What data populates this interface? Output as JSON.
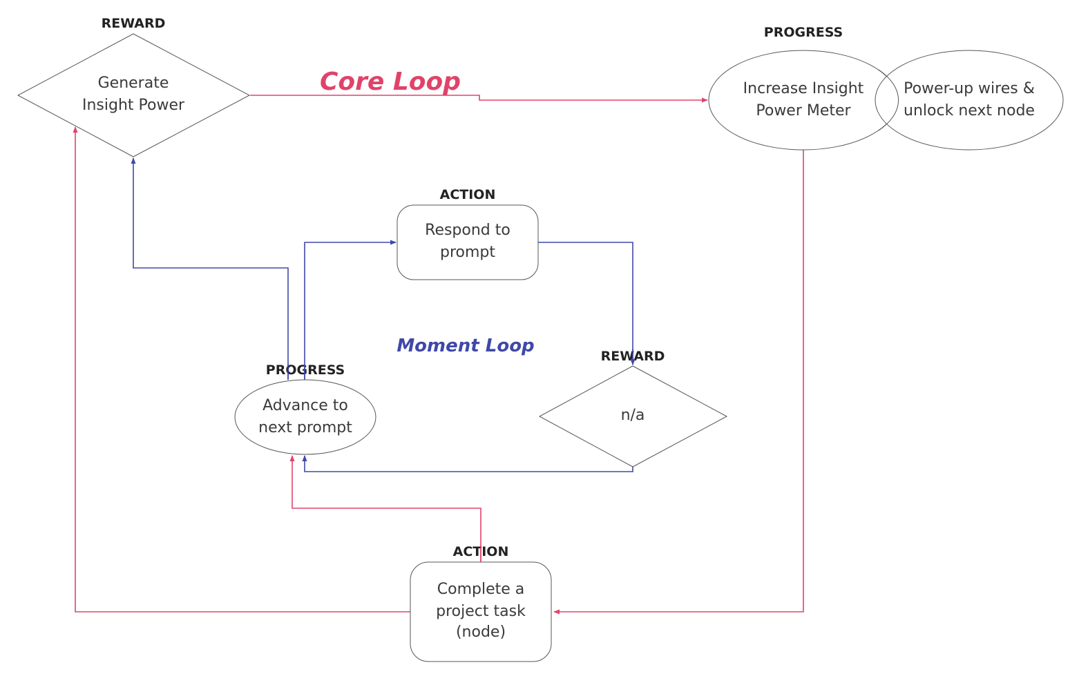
{
  "colors": {
    "core": "#e0436a",
    "moment": "#3f48a8",
    "text": "#3a3a3a",
    "outline": "#555555"
  },
  "loops": {
    "core": {
      "title": "Core Loop"
    },
    "moment": {
      "title": "Moment Loop"
    }
  },
  "nodes": {
    "generate": {
      "category": "REWARD",
      "line1": "Generate",
      "line2": "Insight Power",
      "shape": "diamond"
    },
    "increase": {
      "category": "PROGRESS",
      "line1": "Increase Insight",
      "line2": "Power Meter",
      "shape": "ellipse"
    },
    "powerup": {
      "line1": "Power-up wires &",
      "line2": "unlock next node",
      "shape": "ellipse"
    },
    "respond": {
      "category": "ACTION",
      "line1": "Respond to",
      "line2": "prompt",
      "shape": "rounded-rect"
    },
    "advance": {
      "category": "PROGRESS",
      "line1": "Advance to",
      "line2": "next prompt",
      "shape": "ellipse"
    },
    "na": {
      "category": "REWARD",
      "line1": "n/a",
      "shape": "diamond"
    },
    "complete": {
      "category": "ACTION",
      "line1": "Complete a",
      "line2": "project task",
      "line3": "(node)",
      "shape": "rounded-rect"
    }
  },
  "edges": [
    {
      "from": "generate",
      "to": "increase",
      "loop": "core"
    },
    {
      "from": "increase",
      "to": "complete",
      "loop": "core"
    },
    {
      "from": "complete",
      "to": "generate",
      "loop": "core"
    },
    {
      "from": "complete",
      "to": "advance",
      "loop": "core"
    },
    {
      "from": "advance",
      "to": "respond",
      "loop": "moment"
    },
    {
      "from": "respond",
      "to": "na",
      "loop": "moment"
    },
    {
      "from": "na",
      "to": "advance",
      "loop": "moment"
    },
    {
      "from": "advance",
      "to": "generate",
      "loop": "moment"
    }
  ]
}
